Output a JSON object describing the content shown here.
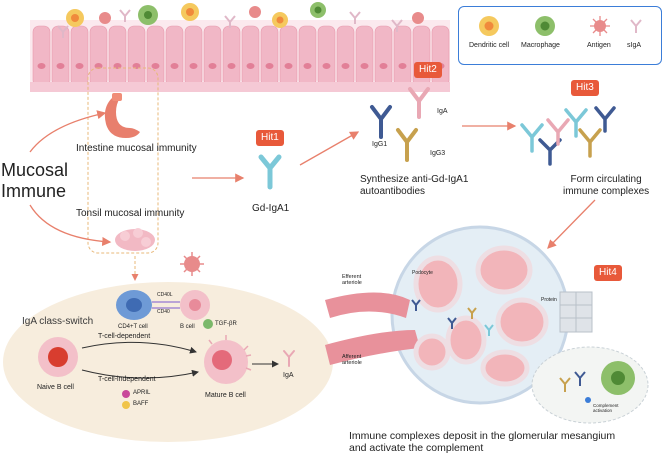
{
  "colors": {
    "hit": "#e8593a",
    "arrow": "#e8806c",
    "legend_border": "#3b7dd8",
    "villi": "#f1b7c6",
    "oval_fill": "#f7eddd"
  },
  "legend": {
    "dendritic": "Dendritic cell",
    "macrophage": "Macrophage",
    "antigen": "Antigen",
    "siga": "sIgA"
  },
  "left": {
    "mucosal_line1": "Mucosal",
    "mucosal_line2": "Immune",
    "intestine": "Intestine mucosal immunity",
    "tonsil": "Tonsil mucosal immunity"
  },
  "hits": {
    "hit1": "Hit1",
    "hit2": "Hit2",
    "hit3": "Hit3",
    "hit4": "Hit4"
  },
  "center": {
    "gd_iga1": "Gd-IgA1",
    "igg1": "IgG1",
    "iga": "IgA",
    "igg3": "IgG3",
    "synth_line1": "Synthesize  anti-Gd-IgA1",
    "synth_line2": "autoantibodies",
    "form_line1": "Form circulating",
    "form_line2": "immune complexes"
  },
  "bcell": {
    "title": "IgA class-switch",
    "cd40l": "CD40L",
    "cd40": "CD40",
    "cd4": "CD4+T cell",
    "bcell": "B cell",
    "tgf": "TGF-βR",
    "dependent": "T-cell-dependent",
    "independent": "T-cell-independent",
    "naive": "Naive B cell",
    "april": "APRIL",
    "baff": "BAFF",
    "mature": "Mature B cell",
    "iga": "IgA"
  },
  "kidney": {
    "efferent_line1": "Efferent",
    "efferent_line2": "arteriole",
    "afferent_line1": "Afferent",
    "afferent_line2": "arteriole",
    "podocyte": "Podocyte",
    "protein": "Protein",
    "complement_line1": "Complement",
    "complement_line2": "activation",
    "caption_line1": "Immune complexes deposit in the glomerular mesangium",
    "caption_line2": "and activate the complement"
  }
}
